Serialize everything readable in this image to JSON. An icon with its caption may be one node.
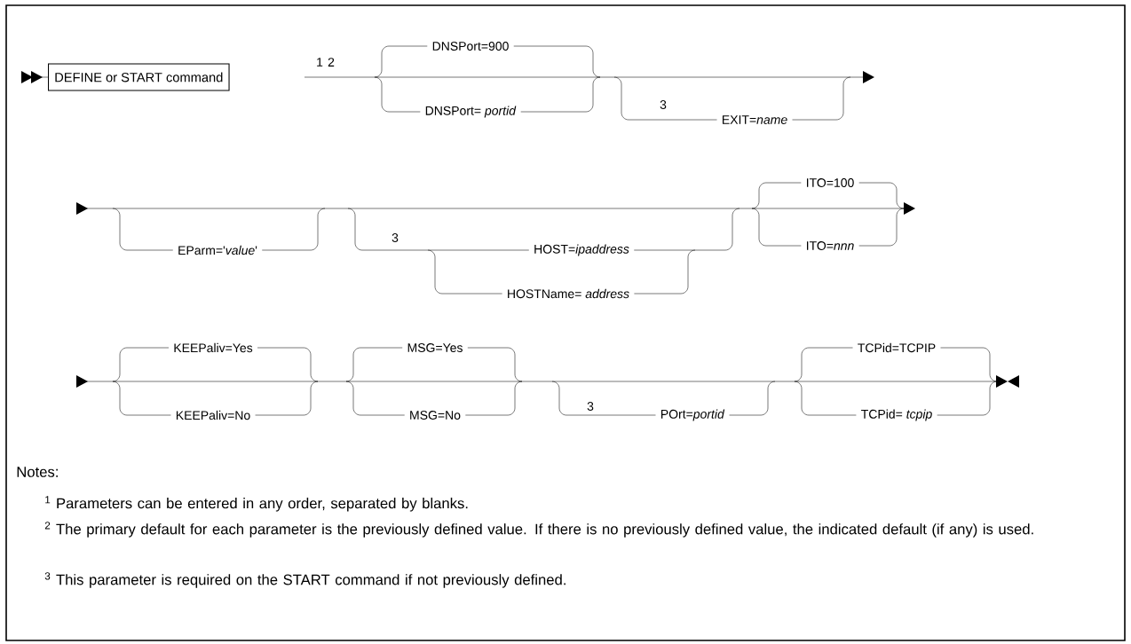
{
  "diagram": {
    "nodes": [
      {
        "text": [
          "DEFINE or START command"
        ]
      }
    ],
    "labels": [
      "1",
      "2",
      "DNSPort=900",
      "DNSPort= *portid*",
      "3",
      "EXIT=*name*",
      "EParm='*value*'",
      "3",
      "HOST=*ipaddress*",
      "HOSTName= *address*",
      "ITO=100",
      "ITO=*nnn*",
      "KEEPaliv=Yes",
      "KEEPaliv=No",
      "MSG=Yes",
      "MSG=No",
      "3",
      "POrt=*portid*",
      "TCPid=TCPIP",
      "TCPid= *tcpip*",
      "Notes:",
      "$^{1}$ Parameters can be entered in any order, separated by blanks.",
      "$^{2}$ The primary default for each parameter is the previously defined value. If there is no previously defined value, the indicated default (if any) is used.",
      "$^{3}$ This parameter is required on the START command if not previously defined."
    ]
  }
}
